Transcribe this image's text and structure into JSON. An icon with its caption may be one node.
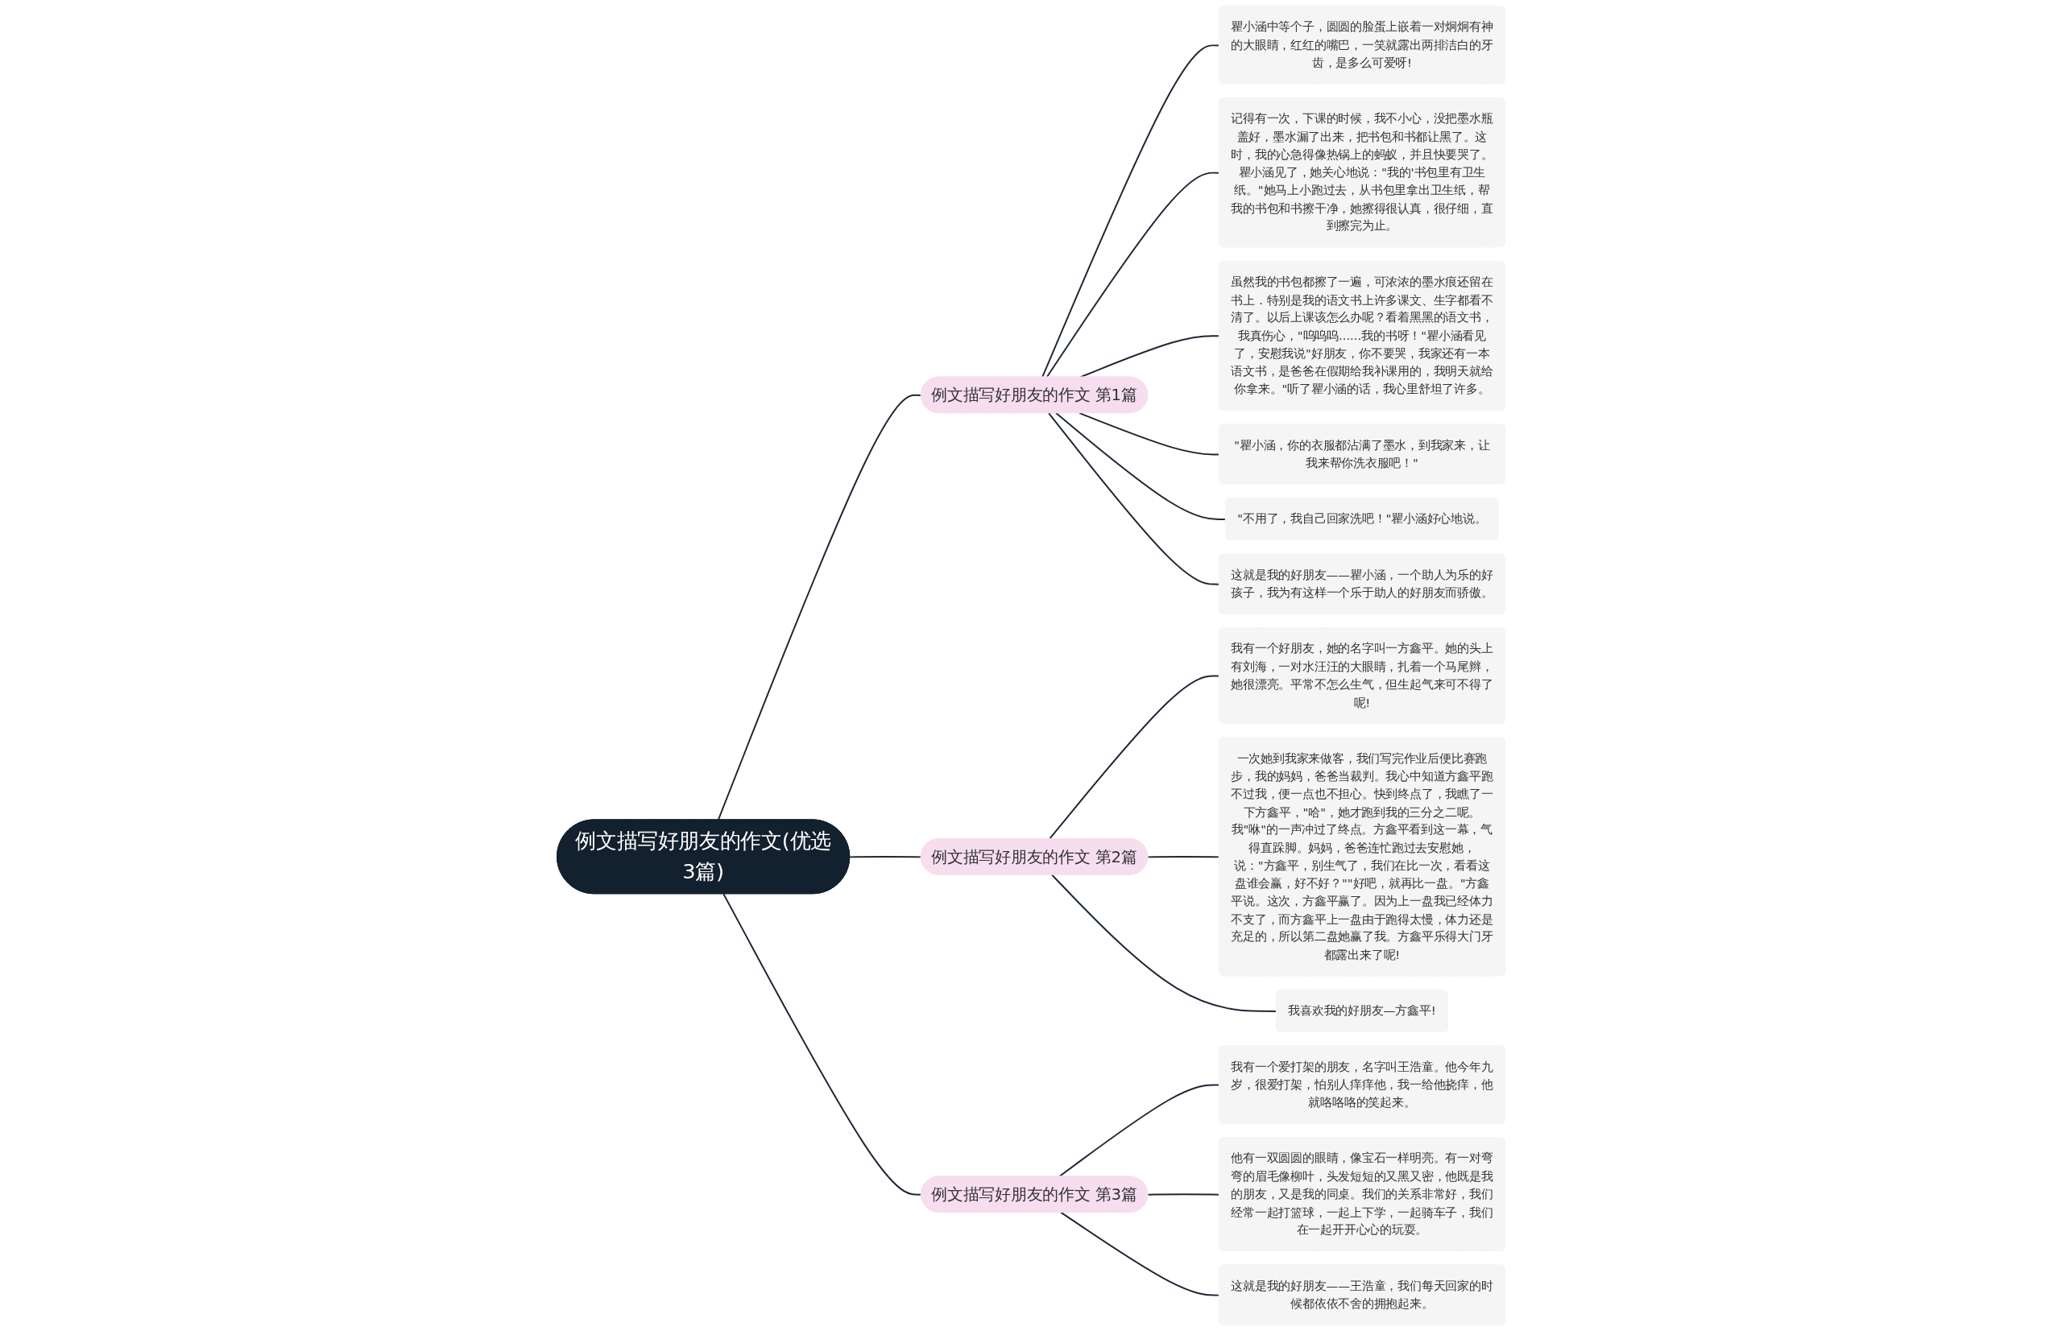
{
  "diagram": {
    "nodes": [
      {
        "text": [
          "例文描写好朋友的作文(优选3篇)"
        ]
      },
      {
        "text": [
          "例文描写好朋友的作文 第1篇"
        ]
      },
      {
        "text": [
          "瞿小涵中等个子，圆圆的脸蛋上嵌着一对炯炯有神的大眼睛，红红的嘴巴，一笑就露出两排洁白的牙齿，是多么可爱呀!"
        ]
      },
      {
        "text": [
          "记得有一次，下课的时候，我不小心，没把墨水瓶盖好，墨水漏了出来，把书包和书都让黑了。这时，我的心急得像热锅上的蚂蚁，并且快要哭了。瞿小涵见了，她关心地说：\"我的'书包里有卫生纸。\"她马上小跑过去，从书包里拿出卫生纸，帮我的书包和书擦干净，她擦得很认真，很仔细，直到擦完为止。"
        ]
      },
      {
        "text": [
          "虽然我的书包都擦了一遍，可浓浓的墨水痕还留在书上．特别是我的语文书上许多课文、生字都看不清了。以后上课该怎么办呢？看着黑黑的语文书，我真伤心，\"呜呜呜......我的书呀！\"瞿小涵看见了，安慰我说\"好朋友，你不要哭，我家还有一本语文书，是爸爸在假期给我补课用的，我明天就给你拿来。\"听了瞿小涵的话，我心里舒坦了许多。"
        ]
      },
      {
        "text": [
          "\"瞿小涵，你的衣服都沾满了墨水，到我家来，让我来帮你洗衣服吧！\""
        ]
      },
      {
        "text": [
          "\"不用了，我自己回家洗吧！\"瞿小涵好心地说。"
        ]
      },
      {
        "text": [
          "这就是我的好朋友——瞿小涵，一个助人为乐的好孩子，我为有这样一个乐于助人的好朋友而骄傲。"
        ]
      },
      {
        "text": [
          "例文描写好朋友的作文 第2篇"
        ]
      },
      {
        "text": [
          "我有一个好朋友，她的名字叫一方鑫平。她的头上有刘海，一对水汪汪的大眼睛，扎着一个马尾辫，她很漂亮。平常不怎么生气，但生起气来可不得了呢!"
        ]
      },
      {
        "text": [
          "一次她到我家来做客，我们写完作业后便比赛跑步，我的妈妈，爸爸当裁判。我心中知道方鑫平跑不过我，便一点也不担心。快到终点了，我瞧了一下方鑫平，\"哈\"，她才跑到我的三分之二呢。我\"咻\"的一声冲过了终点。方鑫平看到这一幕，气得直跺脚。妈妈，爸爸连忙跑过去安慰她，说：\"方鑫平，别生气了，我们在比一次，看看这盘谁会赢，好不好？\"\"好吧，就再比一盘。\"方鑫平说。这次，方鑫平赢了。因为上一盘我已经体力不支了，而方鑫平上一盘由于跑得太慢，体力还是充足的，所以第二盘她赢了我。方鑫平乐得大门牙都露出来了呢!"
        ]
      },
      {
        "text": [
          "我喜欢我的好朋友—方鑫平!"
        ]
      },
      {
        "text": [
          "例文描写好朋友的作文 第3篇"
        ]
      },
      {
        "text": [
          "我有一个爱打架的朋友，名字叫王浩童。他今年九岁，很爱打架，怕别人痒痒他，我一给他挠痒，他就咯咯咯的笑起来。"
        ]
      },
      {
        "text": [
          "他有一双圆圆的眼睛，像宝石一样明亮。有一对弯弯的眉毛像柳叶，头发短短的又黑又密，他既是我的朋友，又是我的同桌。我们的关系非常好，我们经常一起打篮球，一起上下学，一起骑车子，我们在一起开开心心的玩耍。"
        ]
      },
      {
        "text": [
          "这就是我的好朋友——王浩童，我们每天回家的时候都依依不舍的拥抱起来。"
        ]
      }
    ],
    "edges": [
      {
        "from": 0,
        "to": 1,
        "arrow": "none"
      },
      {
        "from": 1,
        "to": 2,
        "arrow": "none"
      },
      {
        "from": 1,
        "to": 3,
        "arrow": "none"
      },
      {
        "from": 1,
        "to": 4,
        "arrow": "none"
      },
      {
        "from": 1,
        "to": 5,
        "arrow": "none"
      },
      {
        "from": 1,
        "to": 6,
        "arrow": "none"
      },
      {
        "from": 1,
        "to": 7,
        "arrow": "none"
      },
      {
        "from": 0,
        "to": 8,
        "arrow": "none"
      },
      {
        "from": 8,
        "to": 9,
        "arrow": "none"
      },
      {
        "from": 8,
        "to": 10,
        "arrow": "none"
      },
      {
        "from": 8,
        "to": 11,
        "arrow": "none"
      },
      {
        "from": 0,
        "to": 12,
        "arrow": "none"
      },
      {
        "from": 12,
        "to": 13,
        "arrow": "none"
      },
      {
        "from": 12,
        "to": 14,
        "arrow": "none"
      },
      {
        "from": 12,
        "to": 15,
        "arrow": "none"
      }
    ]
  }
}
